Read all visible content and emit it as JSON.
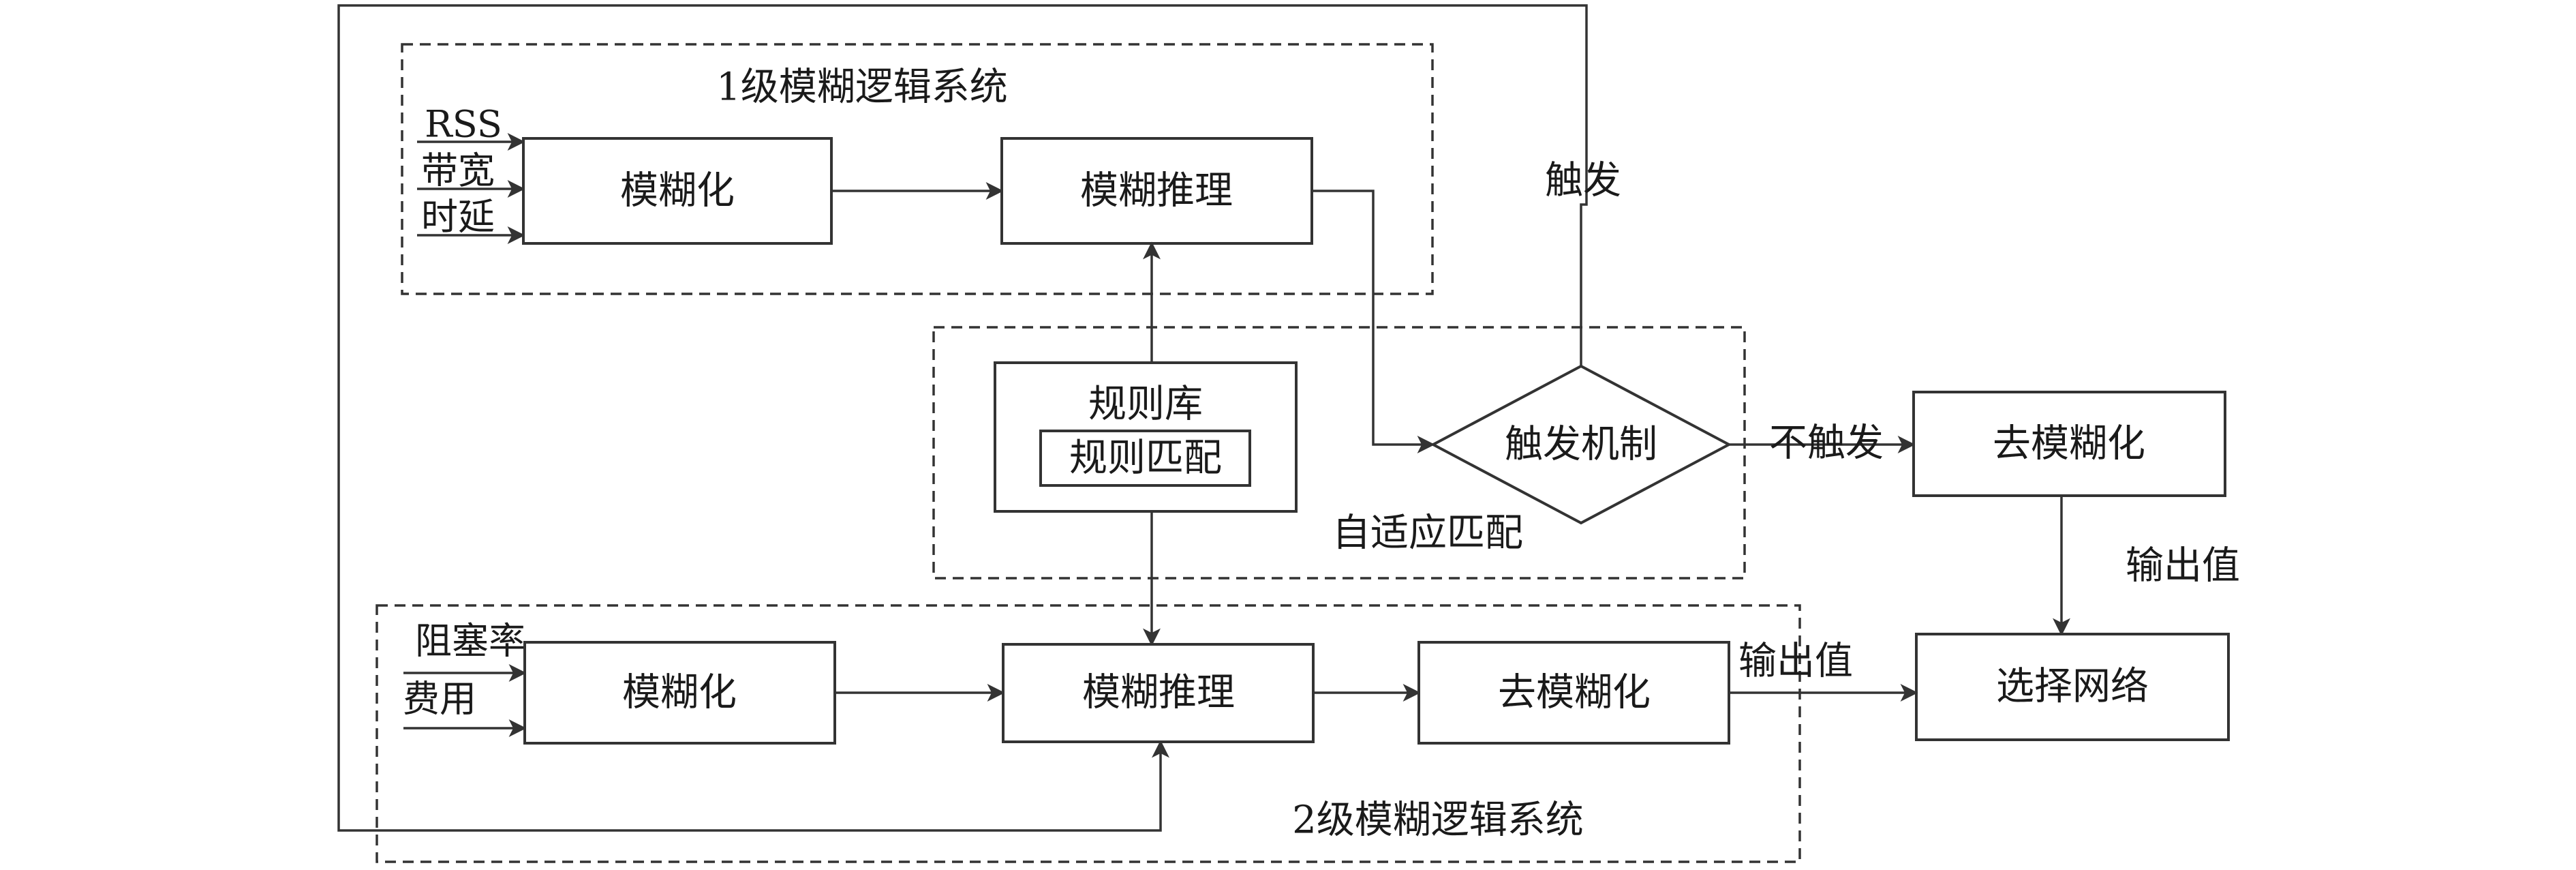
{
  "subsystem1": {
    "title": "1级模糊逻辑系统",
    "inputs": [
      "RSS",
      "带宽",
      "时延"
    ],
    "fuzzify": "模糊化",
    "inference": "模糊推理"
  },
  "adaptive": {
    "title": "自适应匹配",
    "rule_base": "规则库",
    "rule_match": "规则匹配",
    "trigger_mechanism": "触发机制"
  },
  "trigger_label": "触发",
  "no_trigger_label": "不触发",
  "right": {
    "defuzzify": "去模糊化",
    "output_value": "输出值",
    "select_network": "选择网络"
  },
  "subsystem2": {
    "title": "2级模糊逻辑系统",
    "inputs": [
      "阻塞率",
      "费用"
    ],
    "fuzzify": "模糊化",
    "inference": "模糊推理",
    "defuzzify": "去模糊化",
    "output_value": "输出值"
  }
}
